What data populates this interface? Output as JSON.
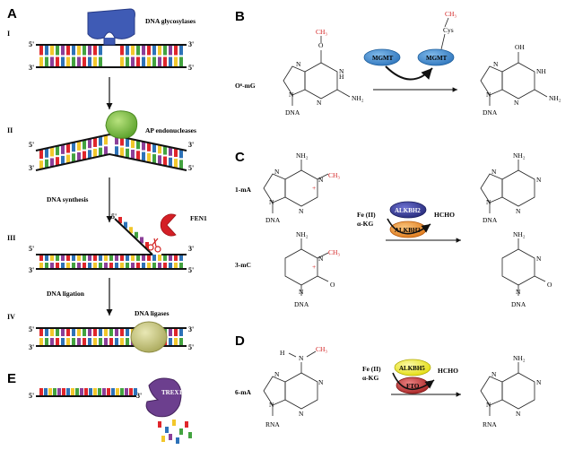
{
  "panels": {
    "A": "A",
    "B": "B",
    "C": "C",
    "D": "D",
    "E": "E"
  },
  "panel_a": {
    "steps": [
      "I",
      "II",
      "III",
      "IV"
    ],
    "enzymes": {
      "glycosylases": "DNA glycosylases",
      "ap": "AP endonucleases",
      "fen1": "FEN1",
      "ligases": "DNA ligases"
    },
    "processes": {
      "synthesis": "DNA synthesis",
      "ligation": "DNA ligation"
    },
    "ends": {
      "five": "5'",
      "three": "3'"
    }
  },
  "panel_b": {
    "substrate": "O⁶-mG",
    "enzyme_free": "MGMT",
    "enzyme_bound": "MGMT",
    "cys": "Cys",
    "methyl": "CH₃",
    "atoms": {
      "o": "O",
      "oh": "OH",
      "n": "N",
      "nh": "NH",
      "nh2": "NH₂",
      "h": "H",
      "dna": "DNA"
    }
  },
  "panel_c": {
    "sub1": "1-mA",
    "sub2": "3-mC",
    "cofactor1": "Fe (II)",
    "cofactor2": "α-KG",
    "enzyme1": "ALKBH2",
    "enzyme2": "ALKBH3",
    "byproduct": "HCHO",
    "methyl": "CH₃",
    "plus": "+",
    "atoms": {
      "n": "N",
      "nh2": "NH₂",
      "o": "O",
      "dna": "DNA"
    }
  },
  "panel_d": {
    "substrate": "6-mA",
    "cofactor1": "Fe (II)",
    "cofactor2": "α-KG",
    "enzyme1": "ALKBH5",
    "enzyme2": "FTO",
    "byproduct": "HCHO",
    "methyl": "CH₃",
    "atoms": {
      "n": "N",
      "h": "H",
      "nh2": "NH₂",
      "rna": "RNA"
    }
  },
  "panel_e": {
    "enzyme": "TREX1",
    "ends": {
      "five": "5'",
      "three": "3'"
    }
  },
  "colors": {
    "glycosylase": "#3f5bb5",
    "ap_endonuclease": "#7dc242",
    "fen1": "#d41f26",
    "ligase": "#c9c97a",
    "trex1": "#6c3f8e",
    "mgmt": "#4f9bd6",
    "alkbh2": "#3b3f9c",
    "alkbh3": "#ec8f2a",
    "alkbh5": "#f2ee22",
    "fto": "#c23b3b",
    "methyl_red": "#d21e1e",
    "base_colors": [
      "#e0262b",
      "#2d72b8",
      "#f2c72b",
      "#43a340",
      "#8c3f99"
    ]
  }
}
